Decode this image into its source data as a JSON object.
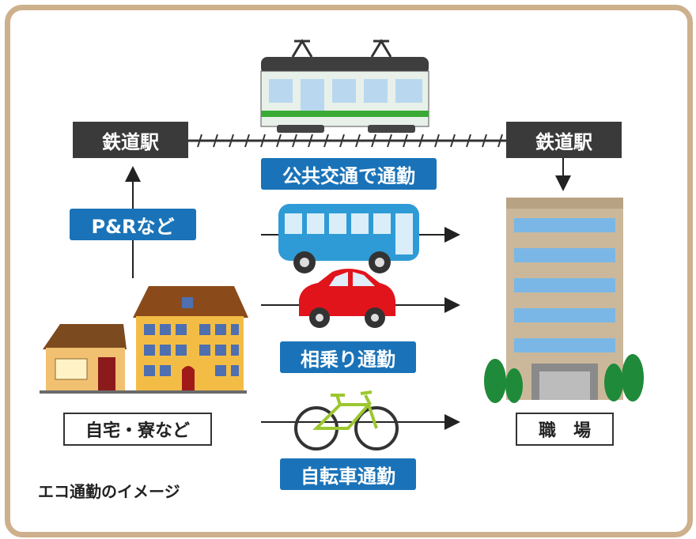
{
  "labels": {
    "station_left": "鉄道駅",
    "station_right": "鉄道駅",
    "public_transport": "公共交通で通勤",
    "park_and_ride": "P&Rなど",
    "carpool": "相乗り通勤",
    "bicycle": "自転車通勤",
    "home": "自宅・寮など",
    "workplace": "職　場",
    "caption": "エコ通勤のイメージ"
  },
  "icons": [
    "train-icon",
    "bus-icon",
    "car-icon",
    "bicycle-icon",
    "houses-icon",
    "office-building-icon",
    "tree-icon"
  ],
  "colors": {
    "frame": "#cdb08c",
    "label_dark": "#3a3a3a",
    "label_blue": "#1a73b8",
    "bus": "#2f9bd6",
    "car": "#e1141c",
    "bicycle": "#9cc730",
    "train_stripe": "#3aaa35",
    "trees": "#1f8a3a"
  }
}
